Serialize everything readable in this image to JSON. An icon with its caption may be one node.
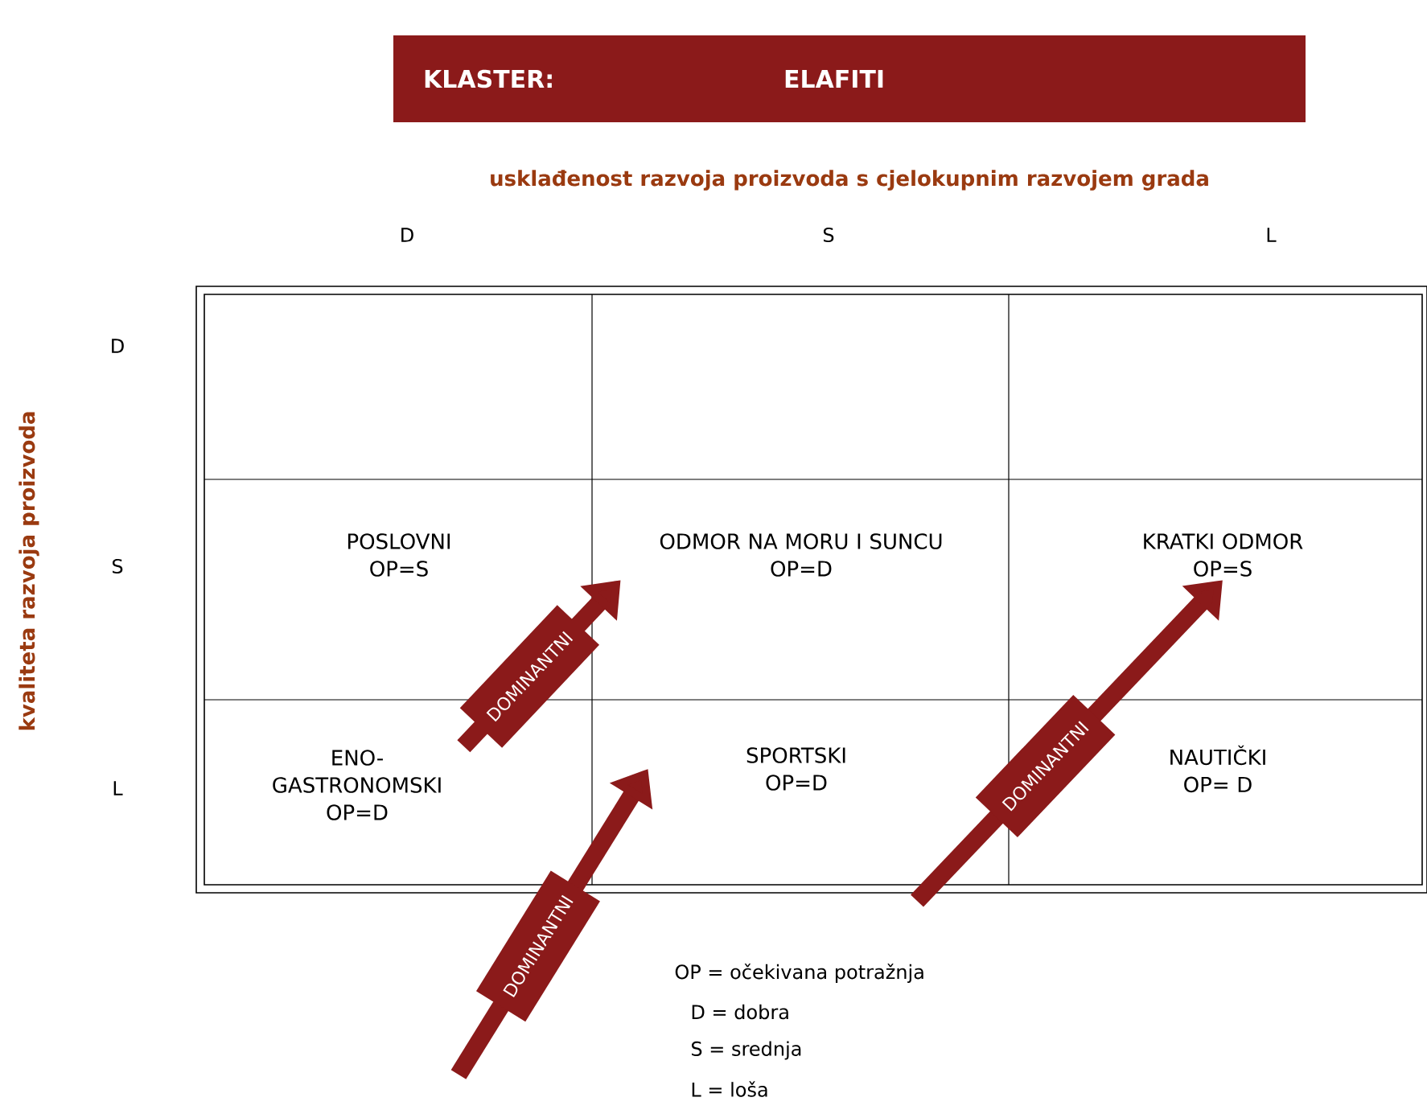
{
  "diagram": {
    "nodes": [
      {
        "text": [
          "KLASTER:",
          "ELAFITI"
        ]
      },
      {
        "text": [
          "POSLOVNI",
          "OP=S"
        ]
      },
      {
        "text": [
          "ODMOR NA MORU I SUNCU",
          "OP=D"
        ]
      },
      {
        "text": [
          "KRATKI ODMOR",
          "OP=S"
        ]
      },
      {
        "text": [
          "ENO-GASTRONOMSKI",
          "OP=D"
        ]
      },
      {
        "text": [
          "SPORTSKI",
          "OP=D"
        ]
      },
      {
        "text": [
          "NAUTIČKI",
          "OP= D"
        ]
      }
    ],
    "edges": [
      {
        "from": 4,
        "to": 2,
        "arrow": "to",
        "label": "DOMINANTNI"
      },
      {
        "from": null,
        "to": 5,
        "arrow": "to",
        "label": "DOMINANTNI"
      },
      {
        "from": null,
        "to": 3,
        "arrow": "to",
        "label": "DOMINANTNI"
      }
    ],
    "labels": [
      "usklađenost razvoja proizvoda s cjelokupnim razvojem grada",
      "D",
      "S",
      "L",
      "kvaliteta razvoja proizvoda",
      "D",
      "S",
      "L",
      "OP = očekivana potražnja",
      "D = dobra",
      "S = srednja",
      "L = loša"
    ]
  }
}
